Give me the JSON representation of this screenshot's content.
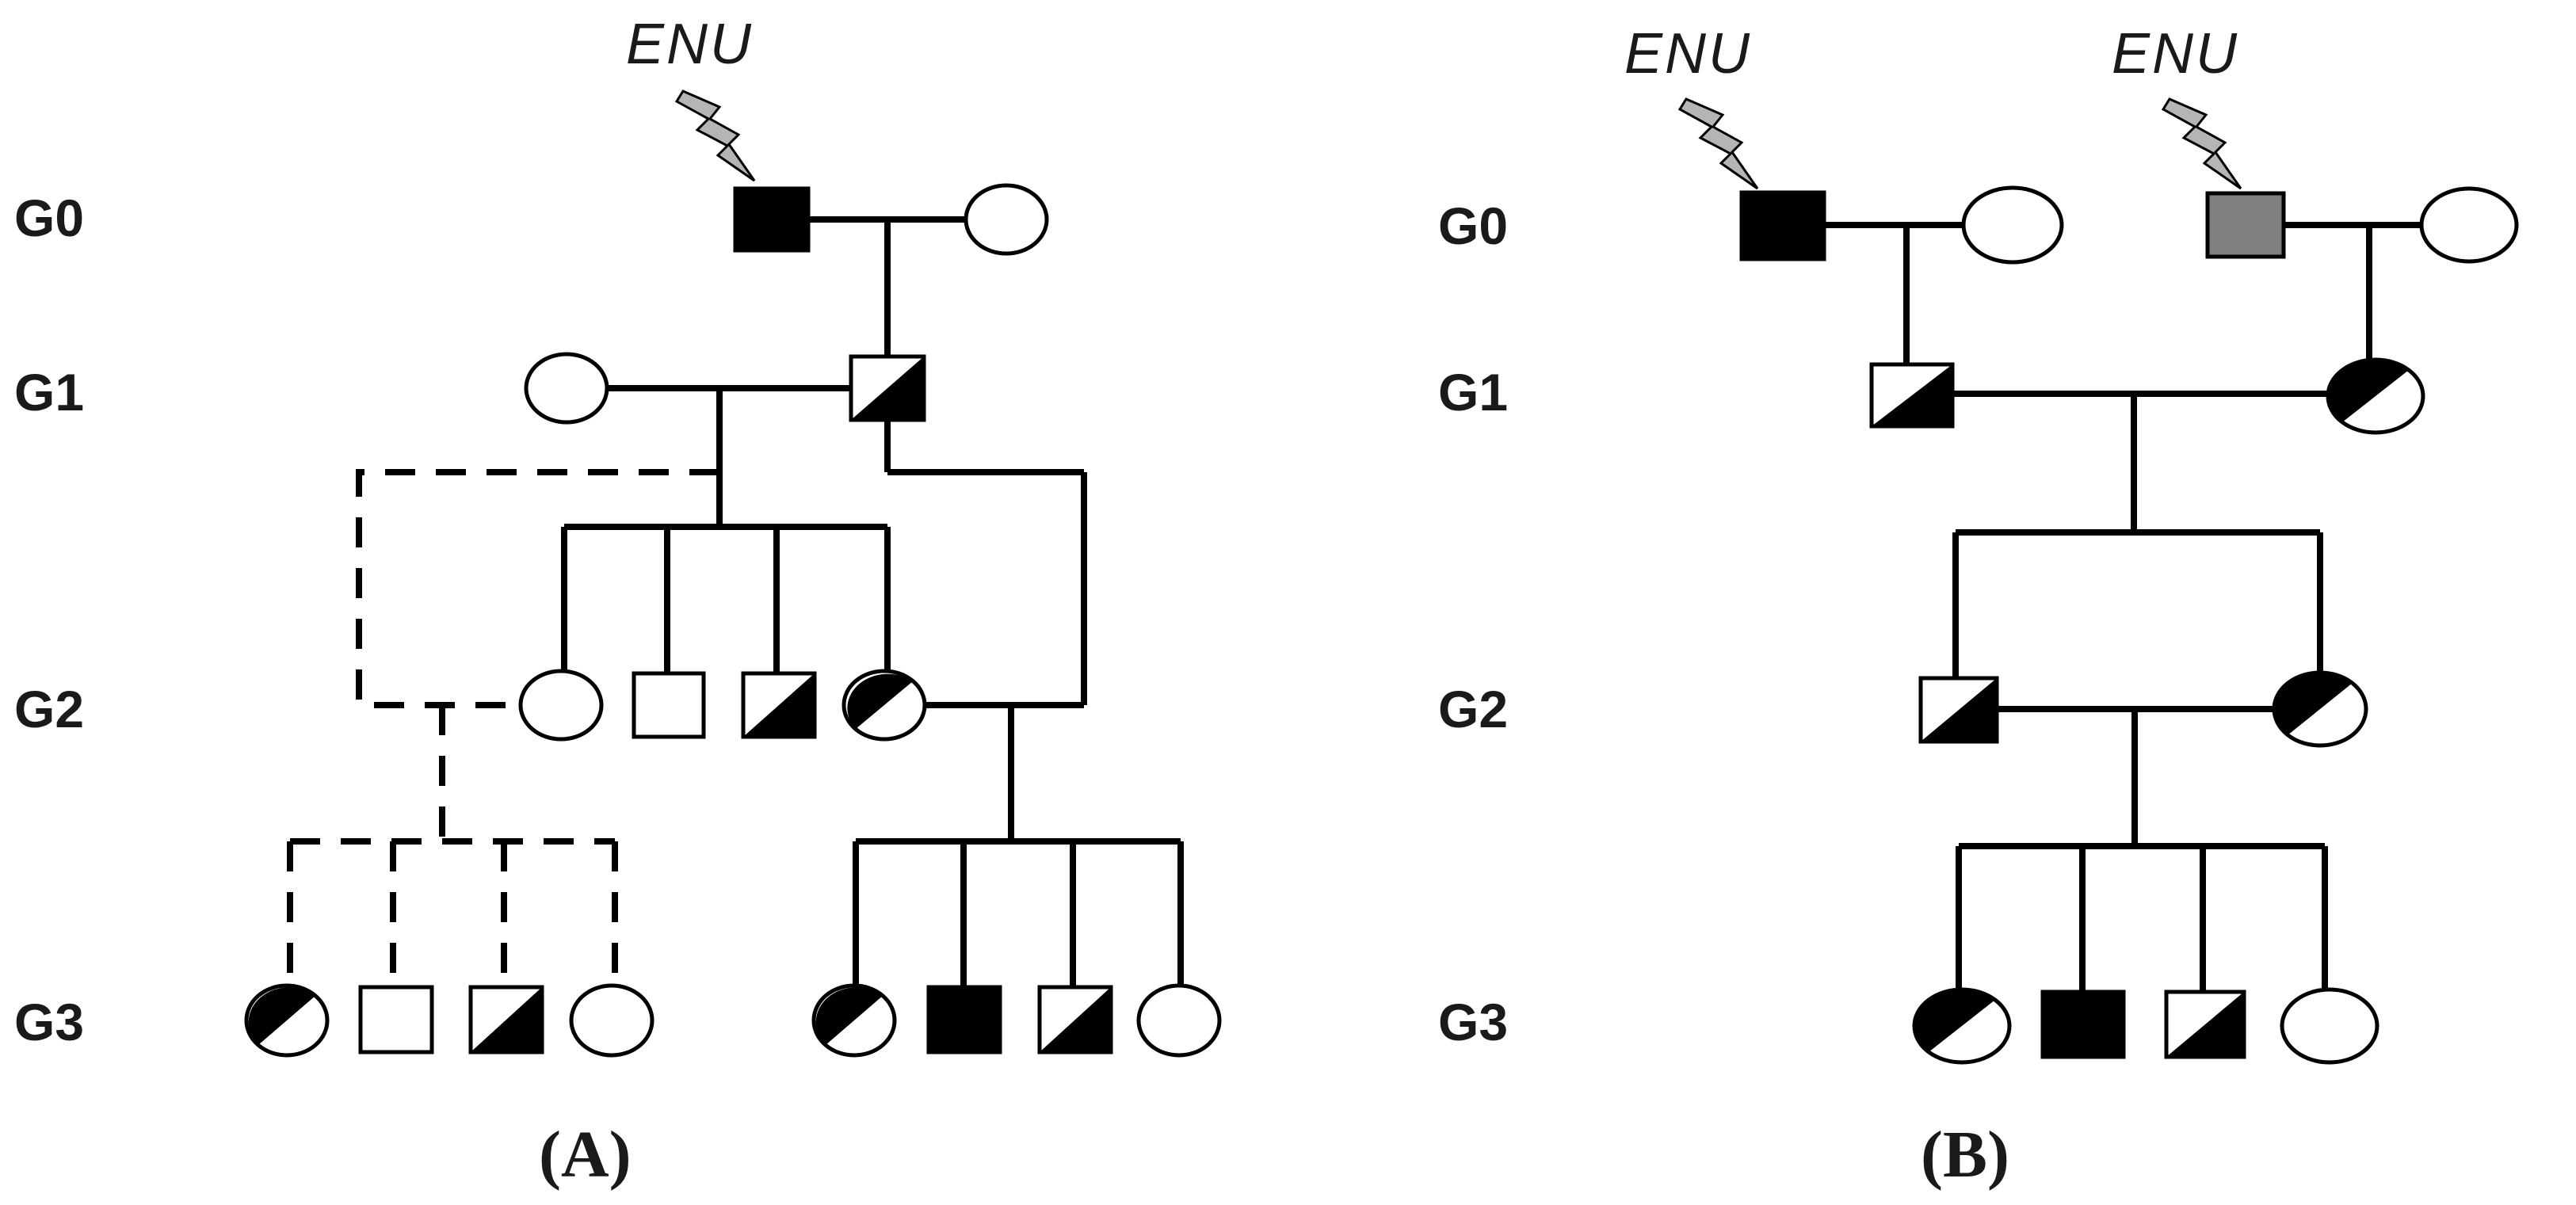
{
  "generations": [
    "G0",
    "G1",
    "G2",
    "G3"
  ],
  "mutagen_label": "ENU",
  "panels": [
    {
      "id": "A",
      "label": "(A)"
    },
    {
      "id": "B",
      "label": "(B)"
    }
  ],
  "colors": {
    "affected": "#000000",
    "mutagenized_founder_2": "#7f7f7f",
    "unaffected": "#ffffff",
    "lightning_bolt": "#b5b5b5"
  }
}
